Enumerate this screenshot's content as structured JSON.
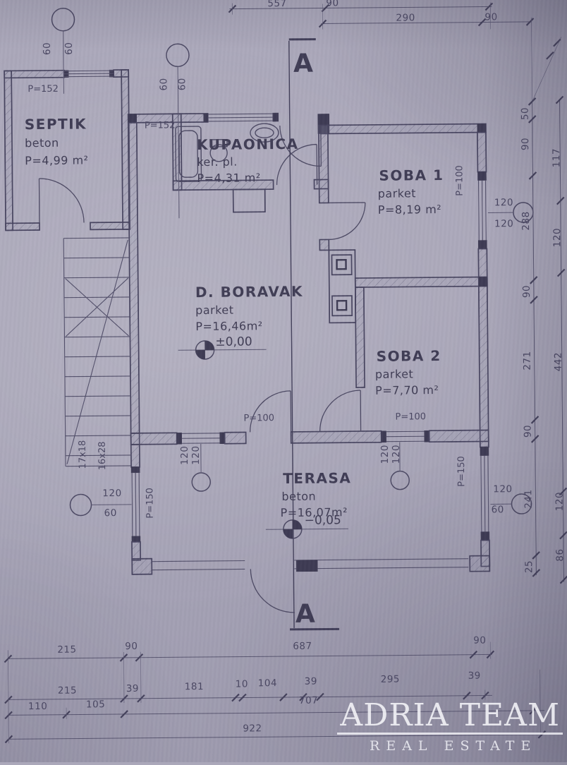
{
  "watermark": {
    "brand": "ADRIA TEAM",
    "tagline": "REAL ESTATE"
  },
  "section_marks": {
    "top": "A",
    "bottom": "A"
  },
  "rooms": {
    "septik": {
      "name": "SEPTIK",
      "material": "beton",
      "area": "P=4,99 m²"
    },
    "kupaonica": {
      "name": "KUPAONICA",
      "material": "ker. pl.",
      "area": "P=4,31 m²"
    },
    "soba1": {
      "name": "SOBA 1",
      "material": "parket",
      "area": "P=8,19 m²"
    },
    "boravak": {
      "name": "D. BORAVAK",
      "material": "parket",
      "area": "P=16,46m²",
      "level": "±0,00"
    },
    "soba2": {
      "name": "SOBA 2",
      "material": "parket",
      "area": "P=7,70 m²"
    },
    "terasa": {
      "name": "TERASA",
      "material": "beton",
      "area": "P=16,07m²",
      "level": "−0,05"
    }
  },
  "stairs": {
    "risers": "17x18",
    "treads": "16x28"
  },
  "opening_labels": {
    "septik_window": "P=152",
    "kupaonica_window": "P=152",
    "soba1_window": "P=100",
    "left_window": "P=150",
    "terasa_right_window": "P=150",
    "terasa_door_left": "P=100",
    "terasa_door_right": "P=100"
  },
  "dims": {
    "top1": [
      "557",
      "90"
    ],
    "top2": [
      "290",
      "90"
    ],
    "bottom1": [
      "215",
      "90",
      "687",
      "90"
    ],
    "bottom2": [
      "215",
      "39",
      "181",
      "10",
      "104",
      "39",
      "295",
      "39"
    ],
    "bottom3": [
      "110",
      "105",
      "707"
    ],
    "bottom4": [
      "922"
    ],
    "right_inner": [
      "50",
      "90",
      "288",
      "90",
      "271",
      "90",
      "241",
      "25"
    ],
    "right_outer": [
      "117",
      "120",
      "442",
      "120",
      "86"
    ],
    "septik_top": [
      "60",
      "60"
    ],
    "kupaonica_top": [
      "60",
      "60"
    ],
    "soba1_window": [
      "120",
      "120"
    ],
    "left_window": [
      "120",
      "60"
    ],
    "terasa_right_window": [
      "120",
      "60"
    ],
    "terasa_post_left": [
      "120",
      "120"
    ],
    "terasa_post_right": [
      "120",
      "120"
    ]
  }
}
